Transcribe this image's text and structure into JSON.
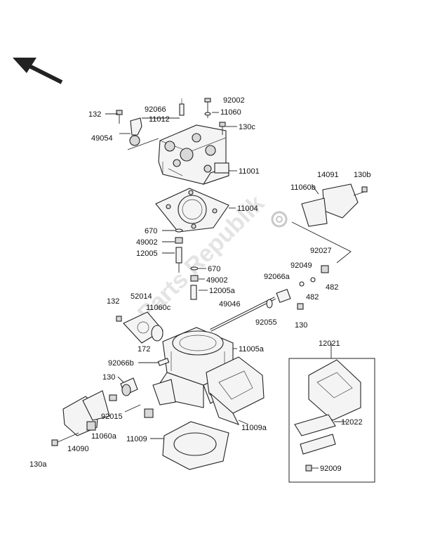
{
  "watermark": "Parts Republik",
  "callouts": {
    "c92002": "92002",
    "c92066": "92066",
    "c11060": "11060",
    "c132a": "132",
    "c11012": "11012",
    "c130c": "130c",
    "c49054": "49054",
    "c11001": "11001",
    "c14091": "14091",
    "c130b": "130b",
    "c11060b": "11060b",
    "c11004": "11004",
    "c670a": "670",
    "c49002a": "49002",
    "c12005": "12005",
    "c670b": "670",
    "c49002b": "49002",
    "c12005a": "12005a",
    "c92027": "92027",
    "c92049": "92049",
    "c92066a": "92066a",
    "c482a": "482",
    "c482b": "482",
    "c52014": "52014",
    "c132b": "132",
    "c11060c": "11060c",
    "c49046": "49046",
    "c92055": "92055",
    "c130a2": "130",
    "c172": "172",
    "c11005a": "11005a",
    "c12021": "12021",
    "c92066b": "92066b",
    "c130d": "130",
    "c92015": "92015",
    "c11060a": "11060a",
    "c11009a": "11009a",
    "c11009": "11009",
    "c14090": "14090",
    "c12022": "12022",
    "c92009": "92009",
    "c130a": "130a"
  }
}
